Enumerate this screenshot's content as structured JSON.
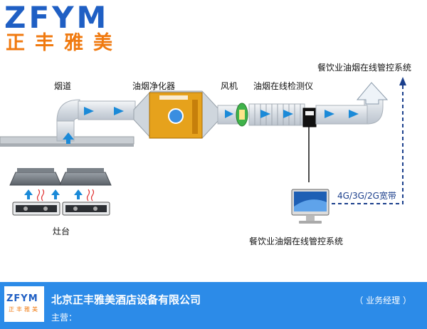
{
  "logo": {
    "main": "ZFYM",
    "sub": "正丰雅美"
  },
  "diagram": {
    "labels": {
      "flue": "烟道",
      "purifier": "油烟净化器",
      "fan": "风机",
      "monitor": "油烟在线检测仪",
      "system_top": "餐饮业油烟在线管控系统",
      "network": "4G/3G/2G宽带",
      "stove": "灶台",
      "system_bottom": "餐饮业油烟在线管控系统"
    },
    "colors": {
      "duct": "#dfe4ea",
      "purifier": "#e6a21c",
      "arrow": "#1b8ad8",
      "net_line": "#1b3f8c"
    }
  },
  "footer": {
    "logo_main": "ZFYM",
    "logo_sub": "正丰雅美",
    "company": "北京正丰雅美酒店设备有限公司",
    "role": "（ 业务经理 ）",
    "business": "主营："
  }
}
